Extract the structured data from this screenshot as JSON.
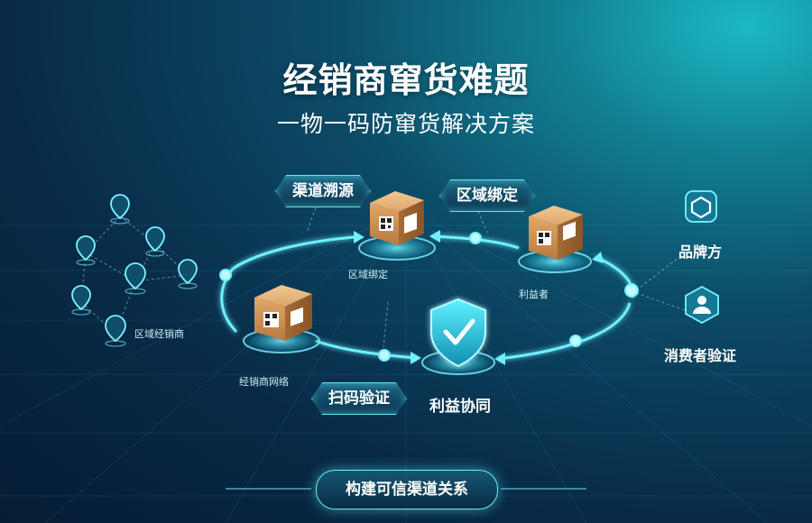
{
  "title": "经销商窜货难题",
  "subtitle": "一物一码防窜货解决方案",
  "tags": {
    "traceability": "渠道溯源",
    "region_binding": "区域绑定",
    "scan_verify": "扫码验证"
  },
  "node_labels": {
    "regional_distributor": "区域经销商",
    "top_box": "区域绑定",
    "right_box": "利益者",
    "left_box": "经销商网络",
    "shield": "利益协同"
  },
  "right_panel": {
    "brand": "品牌方",
    "consumer": "消费者验证"
  },
  "bottom_button": "构建可信渠道关系",
  "colors": {
    "accent": "#5fe3f0",
    "background_dark": "#061c34",
    "background_teal": "#1bb9c4"
  },
  "icons": [
    "map-pin-icon",
    "cardboard-box-icon",
    "qr-code-icon",
    "shield-check-icon",
    "hexagon-icon",
    "user-icon"
  ]
}
